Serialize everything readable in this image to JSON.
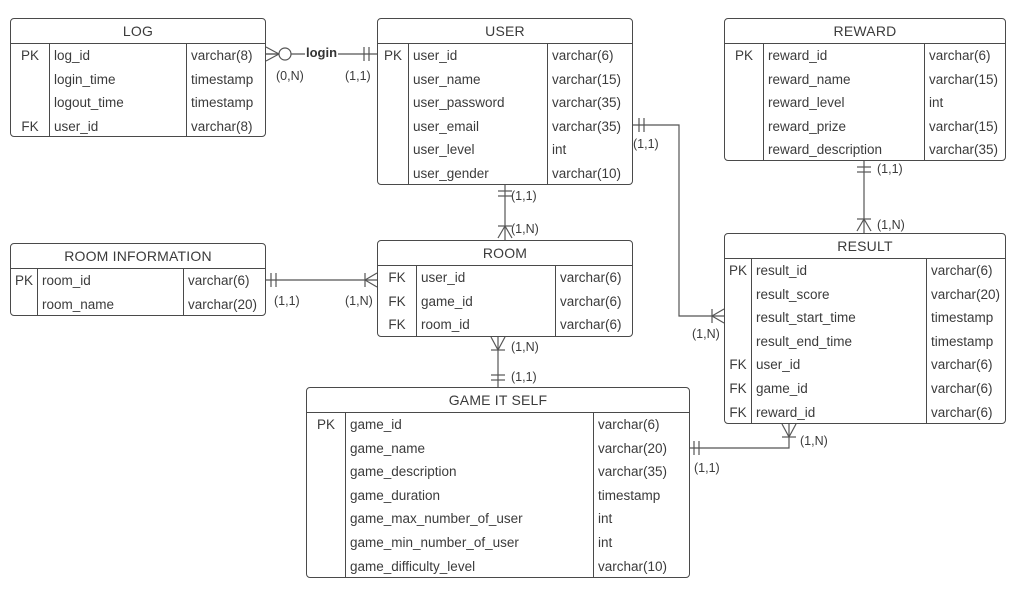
{
  "entities": {
    "log": {
      "title": "LOG",
      "rows": [
        {
          "key": "PK",
          "name": "log_id",
          "type": "varchar(8)"
        },
        {
          "key": "",
          "name": "login_time",
          "type": "timestamp"
        },
        {
          "key": "",
          "name": "logout_time",
          "type": "timestamp"
        },
        {
          "key": "FK",
          "name": "user_id",
          "type": "varchar(8)"
        }
      ]
    },
    "user": {
      "title": "USER",
      "rows": [
        {
          "key": "PK",
          "name": "user_id",
          "type": "varchar(6)"
        },
        {
          "key": "",
          "name": "user_name",
          "type": "varchar(15)"
        },
        {
          "key": "",
          "name": "user_password",
          "type": "varchar(35)"
        },
        {
          "key": "",
          "name": "user_email",
          "type": "varchar(35)"
        },
        {
          "key": "",
          "name": "user_level",
          "type": "int"
        },
        {
          "key": "",
          "name": "user_gender",
          "type": "varchar(10)"
        }
      ]
    },
    "reward": {
      "title": "REWARD",
      "rows": [
        {
          "key": "PK",
          "name": "reward_id",
          "type": "varchar(6)"
        },
        {
          "key": "",
          "name": "reward_name",
          "type": "varchar(15)"
        },
        {
          "key": "",
          "name": "reward_level",
          "type": "int"
        },
        {
          "key": "",
          "name": "reward_prize",
          "type": "varchar(15)"
        },
        {
          "key": "",
          "name": "reward_description",
          "type": "varchar(35)"
        }
      ]
    },
    "room_information": {
      "title": "ROOM INFORMATION",
      "rows": [
        {
          "key": "PK",
          "name": "room_id",
          "type": "varchar(6)"
        },
        {
          "key": "",
          "name": "room_name",
          "type": "varchar(20)"
        }
      ]
    },
    "room": {
      "title": "ROOM",
      "rows": [
        {
          "key": "FK",
          "name": "user_id",
          "type": "varchar(6)"
        },
        {
          "key": "FK",
          "name": "game_id",
          "type": "varchar(6)"
        },
        {
          "key": "FK",
          "name": "room_id",
          "type": "varchar(6)"
        }
      ]
    },
    "result": {
      "title": "RESULT",
      "rows": [
        {
          "key": "PK",
          "name": "result_id",
          "type": "varchar(6)"
        },
        {
          "key": "",
          "name": "result_score",
          "type": "varchar(20)"
        },
        {
          "key": "",
          "name": "result_start_time",
          "type": "timestamp"
        },
        {
          "key": "",
          "name": "result_end_time",
          "type": "timestamp"
        },
        {
          "key": "FK",
          "name": "user_id",
          "type": "varchar(6)"
        },
        {
          "key": "FK",
          "name": "game_id",
          "type": "varchar(6)"
        },
        {
          "key": "FK",
          "name": "reward_id",
          "type": "varchar(6)"
        }
      ]
    },
    "game_it_self": {
      "title": "GAME IT SELF",
      "rows": [
        {
          "key": "PK",
          "name": "game_id",
          "type": "varchar(6)"
        },
        {
          "key": "",
          "name": "game_name",
          "type": "varchar(20)"
        },
        {
          "key": "",
          "name": "game_description",
          "type": "varchar(35)"
        },
        {
          "key": "",
          "name": "game_duration",
          "type": "timestamp"
        },
        {
          "key": "",
          "name": "game_max_number_of_user",
          "type": "int"
        },
        {
          "key": "",
          "name": "game_min_number_of_user",
          "type": "int"
        },
        {
          "key": "",
          "name": "game_difficulty_level",
          "type": "varchar(10)"
        }
      ]
    }
  },
  "relationships": {
    "login_label": "login",
    "log_user": {
      "log_end": "(0,N)",
      "user_end": "(1,1)"
    },
    "user_room": {
      "user_end": "(1,1)",
      "room_end": "(1,N)"
    },
    "user_result": {
      "user_end": "(1,1)",
      "result_end": "(1,N)"
    },
    "reward_result": {
      "reward_end": "(1,1)",
      "result_end": "(1,N)"
    },
    "roominfo_room": {
      "roominfo_end": "(1,1)",
      "room_end": "(1,N)"
    },
    "room_game": {
      "room_end": "(1,N)",
      "game_end": "(1,1)"
    },
    "game_result": {
      "game_end": "(1,1)",
      "result_end": "(1,N)"
    }
  },
  "colors": {
    "line": "#555555",
    "border": "#4a4a4a",
    "text": "#3b3b3b"
  }
}
